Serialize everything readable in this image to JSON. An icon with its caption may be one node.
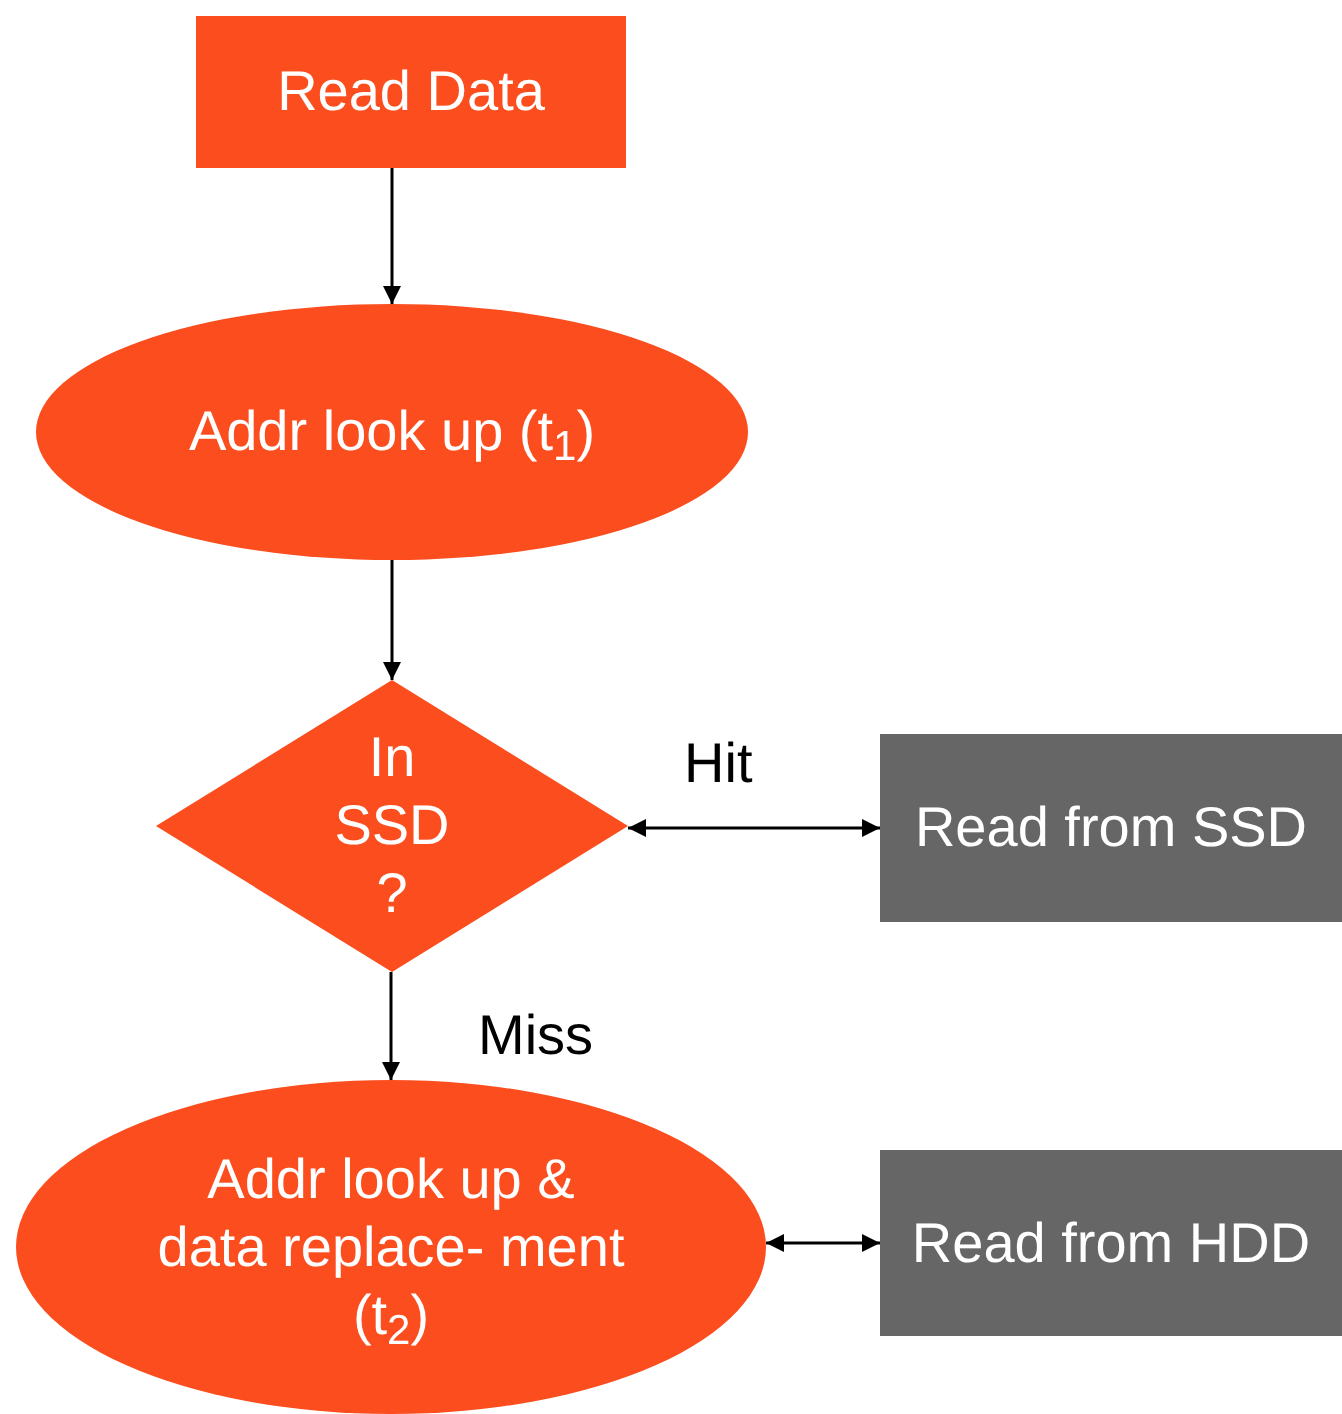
{
  "diagram": {
    "nodes": [
      {
        "text": [
          "Read Data"
        ]
      },
      {
        "text": [
          "Addr look up (t$_{1}$)"
        ]
      },
      {
        "text": [
          "In SSD ?"
        ]
      },
      {
        "text": [
          "Read from SSD"
        ]
      },
      {
        "text": [
          "Addr look up & data replace- ment (t$_{2}$)"
        ]
      },
      {
        "text": [
          "Read from HDD"
        ]
      }
    ],
    "edges": [
      {
        "from": 0,
        "to": 1,
        "arrow": "to"
      },
      {
        "from": 1,
        "to": 2,
        "arrow": "to"
      },
      {
        "from": 2,
        "to": 3,
        "arrow": "both",
        "label": "Hit"
      },
      {
        "from": 2,
        "to": 4,
        "arrow": "to",
        "label": "Miss"
      },
      {
        "from": 4,
        "to": 5,
        "arrow": "both"
      }
    ]
  }
}
